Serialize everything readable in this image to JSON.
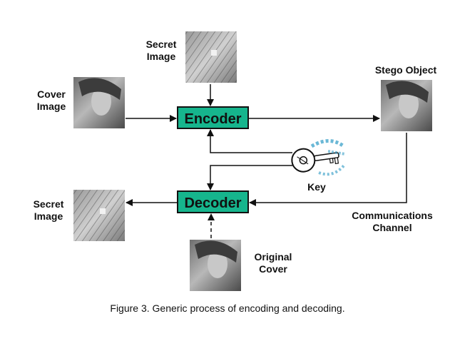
{
  "labels": {
    "secret_image_in": [
      "Secret",
      "Image"
    ],
    "cover_image": [
      "Cover",
      "Image"
    ],
    "stego_object": "Stego Object",
    "key": "Key",
    "secret_image_out": [
      "Secret",
      "Image"
    ],
    "communications_channel": [
      "Communications",
      "Channel"
    ],
    "original_cover": [
      "Original",
      "Cover"
    ]
  },
  "blocks": {
    "encoder": "Encoder",
    "decoder": "Decoder"
  },
  "caption": "Figure 3. Generic process of encoding and decoding.",
  "colors": {
    "block_fill": "#16b58d",
    "line": "#111111",
    "image_gray": "#8a8a8a"
  },
  "icons": [
    "key-icon"
  ]
}
